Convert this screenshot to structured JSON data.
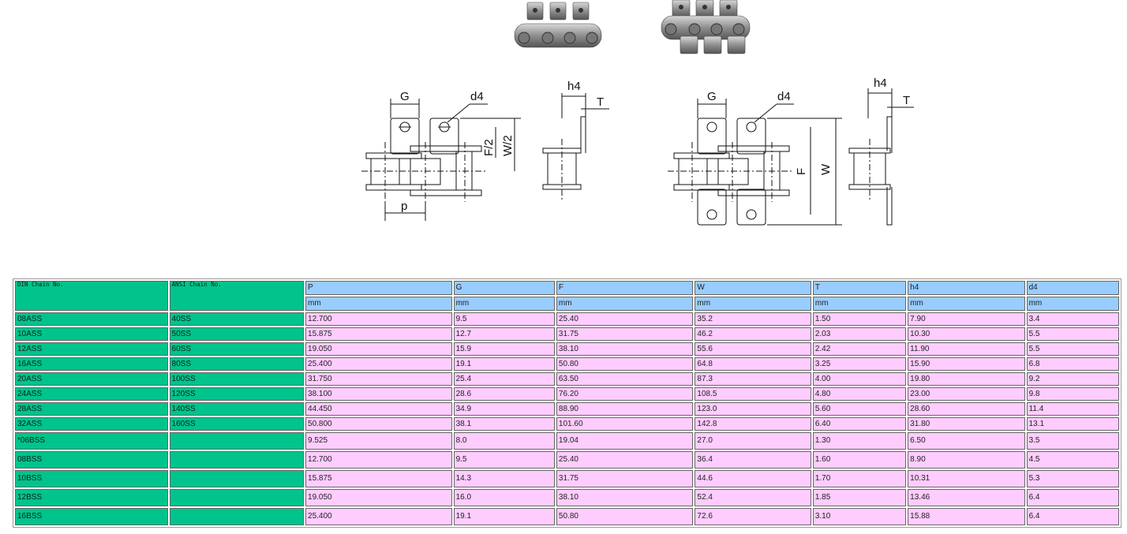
{
  "diagram": {
    "dim_labels": {
      "g_left": "G",
      "d4_left": "d4",
      "f2": "F/2",
      "w2": "W/2",
      "p": "p",
      "h4_left": "h4",
      "t_left": "T",
      "g_right": "G",
      "d4_right": "d4",
      "f": "F",
      "w": "W",
      "h4_right": "h4",
      "t_right": "T"
    }
  },
  "table": {
    "col_din": "DIN Chain No.",
    "col_ansi": "ANSI Chain No.",
    "dims": [
      "P",
      "G",
      "F",
      "W",
      "T",
      "h4",
      "d4"
    ],
    "units": [
      "mm",
      "mm",
      "mm",
      "mm",
      "mm",
      "mm",
      "mm"
    ],
    "rows": [
      {
        "din": "08ASS",
        "ansi": "40SS",
        "vals": [
          "12.700",
          "9.5",
          "25.40",
          "35.2",
          "1.50",
          "7.90",
          "3.4"
        ]
      },
      {
        "din": "10ASS",
        "ansi": "50SS",
        "vals": [
          "15.875",
          "12.7",
          "31.75",
          "46.2",
          "2.03",
          "10.30",
          "5.5"
        ]
      },
      {
        "din": "12ASS",
        "ansi": "60SS",
        "vals": [
          "19.050",
          "15.9",
          "38.10",
          "55.6",
          "2.42",
          "11.90",
          "5.5"
        ]
      },
      {
        "din": "16ASS",
        "ansi": "80SS",
        "vals": [
          "25.400",
          "19.1",
          "50.80",
          "64.8",
          "3.25",
          "15.90",
          "6.8"
        ]
      },
      {
        "din": "20ASS",
        "ansi": "100SS",
        "vals": [
          "31.750",
          "25.4",
          "63.50",
          "87.3",
          "4.00",
          "19.80",
          "9.2"
        ]
      },
      {
        "din": "24ASS",
        "ansi": "120SS",
        "vals": [
          "38.100",
          "28.6",
          "76.20",
          "108.5",
          "4.80",
          "23.00",
          "9.8"
        ]
      },
      {
        "din": "28ASS",
        "ansi": "140SS",
        "vals": [
          "44.450",
          "34.9",
          "88.90",
          "123.0",
          "5.60",
          "28.60",
          "11.4"
        ]
      },
      {
        "din": "32ASS",
        "ansi": "160SS",
        "vals": [
          "50.800",
          "38.1",
          "101.60",
          "142.8",
          "6.40",
          "31.80",
          "13.1"
        ]
      },
      {
        "din": "*06BSS",
        "ansi": "",
        "vals": [
          "9.525",
          "8.0",
          "19.04",
          "27.0",
          "1.30",
          "6.50",
          "3.5"
        ]
      },
      {
        "din": "08BSS",
        "ansi": "",
        "vals": [
          "12.700",
          "9.5",
          "25.40",
          "36.4",
          "1.60",
          "8.90",
          "4.5"
        ]
      },
      {
        "din": "10BSS",
        "ansi": "",
        "vals": [
          "15.875",
          "14.3",
          "31.75",
          "44.6",
          "1.70",
          "10.31",
          "5.3"
        ]
      },
      {
        "din": "12BSS",
        "ansi": "",
        "vals": [
          "19.050",
          "16.0",
          "38.10",
          "52.4",
          "1.85",
          "13.46",
          "6.4"
        ]
      },
      {
        "din": "16BSS",
        "ansi": "",
        "vals": [
          "25.400",
          "19.1",
          "50.80",
          "72.6",
          "3.10",
          "15.88",
          "6.4"
        ]
      }
    ]
  }
}
